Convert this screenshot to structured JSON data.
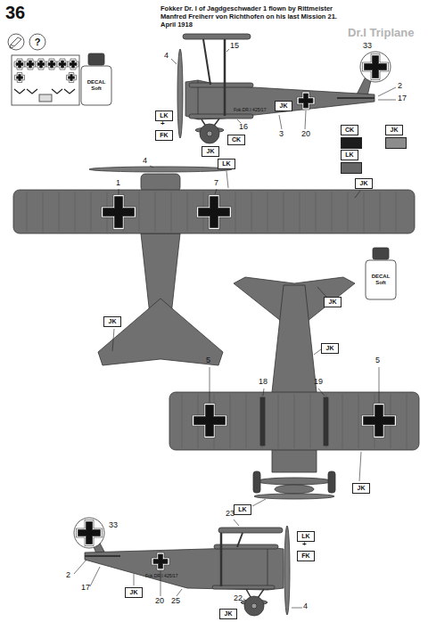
{
  "diagram": {
    "title": "Fokker Dr. I of Jagdgeschwader 1 flown by Rittmeister Manfred Freiherr von Richthofen on his last Mission 21. April 1918",
    "nodes": [
      {
        "text": [
          "LK"
        ]
      },
      {
        "text": [
          "FK"
        ]
      },
      {
        "text": [
          "CK"
        ]
      },
      {
        "text": [
          "JK"
        ]
      },
      {
        "text": [
          "JK"
        ]
      },
      {
        "text": [
          "LK"
        ]
      },
      {
        "text": [
          "JK"
        ]
      },
      {
        "text": [
          "JK"
        ]
      },
      {
        "text": [
          "JK"
        ]
      },
      {
        "text": [
          "JK"
        ]
      },
      {
        "text": [
          "JK"
        ]
      },
      {
        "text": [
          "LK"
        ]
      },
      {
        "text": [
          "JK"
        ]
      },
      {
        "text": [
          "JK"
        ]
      },
      {
        "text": [
          "LK"
        ]
      },
      {
        "text": [
          "FK"
        ]
      }
    ],
    "labels": [
      "36",
      "?",
      "Dr.I Triplane",
      "DECAL Soft",
      "DECAL Soft",
      "Fok.DR.I 425/17",
      "Fok.DR.I 425/17",
      "4",
      "15",
      "33",
      "2",
      "17",
      "16",
      "3",
      "20",
      "4",
      "1",
      "7",
      "5",
      "18",
      "19",
      "5",
      "23",
      "33",
      "2",
      "17",
      "20",
      "25",
      "22",
      "4",
      "+",
      "+"
    ],
    "legend": [
      {
        "text": "CK",
        "color": "#1c1c1c"
      },
      {
        "text": "JK",
        "color": "#8c8c8c"
      },
      {
        "text": "LK",
        "color": "#666666"
      }
    ]
  }
}
